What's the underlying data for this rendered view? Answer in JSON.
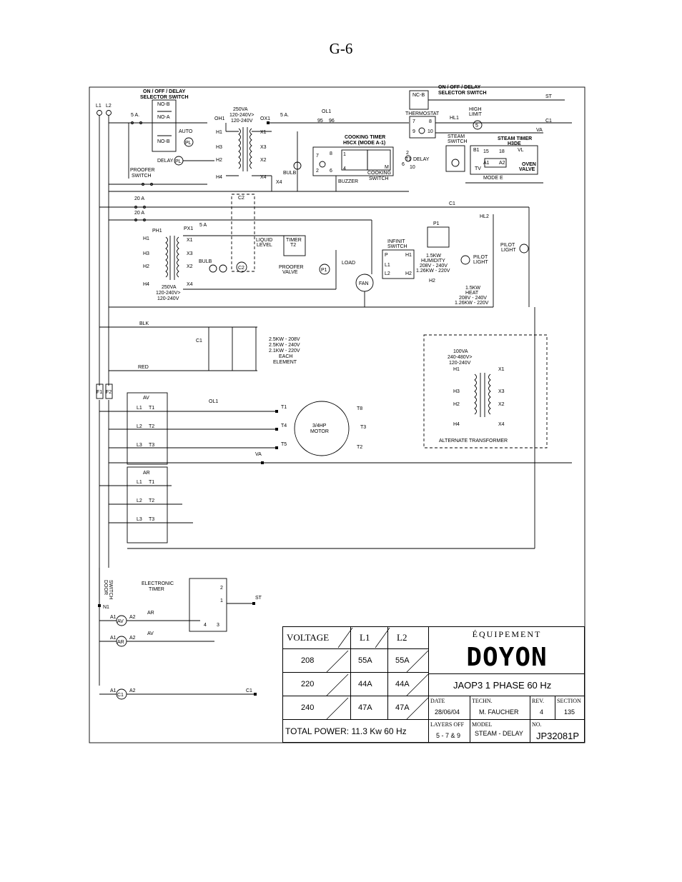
{
  "page": {
    "title": "G-6"
  },
  "top_labels": {
    "selector_left": [
      "ON / OFF / DELAY",
      "SELECTOR SWITCH"
    ],
    "selector_right": [
      "ON / OFF / DELAY",
      "SELECTOR SWITCH"
    ],
    "lines": [
      "L1",
      "L2"
    ],
    "fuse_5a": "5 A.",
    "no_b": "NO-B",
    "no_a": "NO-A",
    "auto": "AUTO",
    "pl": "PL",
    "delay": "DELAY",
    "proofer_switch": [
      "PROOFER",
      "SWITCH"
    ],
    "oh1": "OH1",
    "va_250": [
      "250VA",
      "120-240V>",
      "120-240V"
    ],
    "ox1": "OX1",
    "ol1": "OL1",
    "ol1_95": "95",
    "ol1_96": "96",
    "h1": "H1",
    "h2": "H2",
    "h3": "H3",
    "h4": "H4",
    "x1": "X1",
    "x2": "X2",
    "x3": "X3",
    "x4": "X4",
    "nc_b": "NC-B",
    "thermostat": "THERMOSTAT",
    "hl1": "HL1",
    "high_limit": [
      "HIGH",
      "LIMIT"
    ],
    "st": "ST",
    "c1": "C1",
    "va": "VA",
    "cooking_timer": [
      "COOKING TIMER",
      "H5CX (MODE A-1)"
    ],
    "steam_switch": [
      "STEAM",
      "SWITCH"
    ],
    "steam_timer": [
      "STEAM TIMER",
      "H3DE"
    ],
    "bulb": "BULB",
    "buzzer": "BUZZER",
    "cooking_switch": [
      "COOKING",
      "SWITCH"
    ],
    "t1_delay": "DELAY",
    "b1": "B1",
    "vl": "VL",
    "a1": "A1",
    "a2": "A2",
    "tv": "TV",
    "mode_e": "MODE E",
    "oven_valve": [
      "OVEN",
      "VALVE"
    ],
    "m": "M",
    "t1": "T1",
    "pins": [
      "7",
      "8",
      "2",
      "6",
      "1",
      "4",
      "9",
      "10",
      "15",
      "18",
      "5"
    ]
  },
  "proofer": {
    "fuse_20a": "20 A",
    "c2": "C2",
    "hl2": "HL2",
    "ph1": "PH1",
    "px1": "PX1",
    "fuse_5a": "5 A",
    "liquid_level": [
      "LIQUID",
      "LEVEL"
    ],
    "timer_t2": [
      "TIMER",
      "T2"
    ],
    "proofer_valve": [
      "PROOFER",
      "VALVE"
    ],
    "load": "LOAD",
    "p1": "P1",
    "fan": "FAN",
    "infinit_switch": [
      "INFINIT",
      "SWITCH"
    ],
    "p": "P",
    "l1": "L1",
    "l2": "L2",
    "h1": "H1",
    "h2": "H2",
    "humidity": [
      "1.5KW",
      "HUMIDITY",
      "208V - 240V",
      "1.26KW - 220V"
    ],
    "heat": [
      "1.5KW",
      "HEAT",
      "208V - 240V",
      "1.26KW - 220V"
    ],
    "pilot_light": [
      "PILOT",
      "LIGHT"
    ],
    "va_250": [
      "250VA",
      "120-240V>",
      "120-240V"
    ],
    "bulb": "BULB"
  },
  "elements": {
    "blk": "BLK",
    "red": "RED",
    "c1": "C1",
    "spec": [
      "2.5KW - 208V",
      "2.5KW - 240V",
      "2.1KW - 220V",
      "EACH",
      "ELEMENT"
    ]
  },
  "alt_transformer": {
    "rating": [
      "100VA",
      "240-480V>",
      "120-240V"
    ],
    "label": "ALTERNATE TRANSFORMER",
    "terminals": [
      "H1",
      "H3",
      "H2",
      "H4",
      "X1",
      "X3",
      "X2",
      "X4"
    ]
  },
  "motor": {
    "fuses": [
      "F1",
      "F2"
    ],
    "av": "AV",
    "ar": "AR",
    "ol1": "OL1",
    "label": [
      "3/4HP",
      "MOTOR"
    ],
    "va": "VA",
    "terminals": [
      "T1",
      "T4",
      "T5",
      "T8",
      "T3",
      "T2"
    ],
    "contacts": [
      "L1",
      "T1",
      "L2",
      "T2",
      "L3",
      "T3"
    ]
  },
  "control": {
    "door_switch": [
      "DOOR",
      "SWITCH"
    ],
    "electronic_timer": [
      "ELECTRONIC",
      "TIMER"
    ],
    "n1": "N1",
    "st": "ST",
    "c1": "C1",
    "a1": "A1",
    "a2": "A2",
    "av": "AV",
    "ar": "AR",
    "timer_pins": [
      "2",
      "1",
      "4",
      "3"
    ]
  },
  "title_block": {
    "voltage_header": "VOLTAGE",
    "l1_header": "L1",
    "l2_header": "L2",
    "rows": [
      {
        "voltage": "208",
        "l1": "55A",
        "l2": "55A"
      },
      {
        "voltage": "220",
        "l1": "44A",
        "l2": "44A"
      },
      {
        "voltage": "240",
        "l1": "47A",
        "l2": "47A"
      }
    ],
    "total_power": "TOTAL POWER:  11.3 Kw  60 Hz",
    "brand_top": "ÉQUIPEMENT",
    "brand": "DOYON",
    "model_title": "JAOP3 1 PHASE 60 Hz",
    "date_label": "DATE",
    "date": "28/06/04",
    "techn_label": "TECHN.",
    "techn": "M. FAUCHER",
    "rev_label": "REV.",
    "rev": "4",
    "section_label": "SECTION",
    "section": "135",
    "layers_label": "LAYERS  OFF",
    "layers": "5 - 7 & 9",
    "model_label": "MODEL",
    "model": "STEAM - DELAY",
    "no_label": "NO.",
    "no": "JP32081P"
  }
}
